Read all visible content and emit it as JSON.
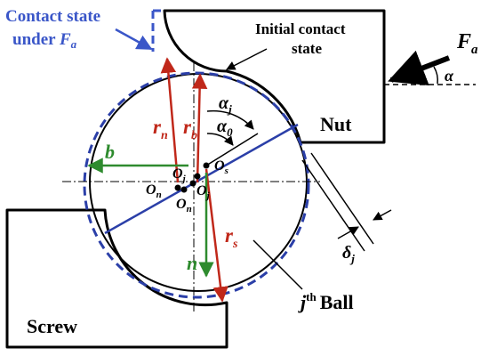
{
  "labels": {
    "contact_state_line1": "Contact state",
    "contact_state_under": "under",
    "contact_state_F": "F",
    "contact_state_F_sub": "a",
    "initial_line1": "Initial contact",
    "initial_line2": "state",
    "force_F": "F",
    "force_F_sub": "a",
    "alpha": "α",
    "nut": "Nut",
    "screw": "Screw",
    "ball_j": "j",
    "ball_th": "th",
    "ball_word": "Ball",
    "alpha_j": "α",
    "alpha_j_sub": "j",
    "alpha_0": "α",
    "alpha_0_sub": "0",
    "r_n": "r",
    "r_n_sub": "n",
    "r_b": "r",
    "r_b_sub": "b",
    "r_s": "r",
    "r_s_sub": "s",
    "b": "b",
    "n": "n",
    "O_s": "O",
    "O_s_sub": "s",
    "O_j_upper": "O",
    "O_j_upper_sub": "j",
    "O_n_left": "O",
    "O_n_left_sub": "n",
    "O_j_lower": "O",
    "O_j_lower_sub": "j",
    "O_n_lower": "O",
    "O_n_lower_sub": "n",
    "delta": "δ",
    "delta_sub": "j"
  },
  "colors": {
    "contact_blue": "#3a56c8",
    "axis_blue": "#2b3fa8",
    "green": "#2e8b2e",
    "red": "#c0281a",
    "black": "#000000"
  }
}
